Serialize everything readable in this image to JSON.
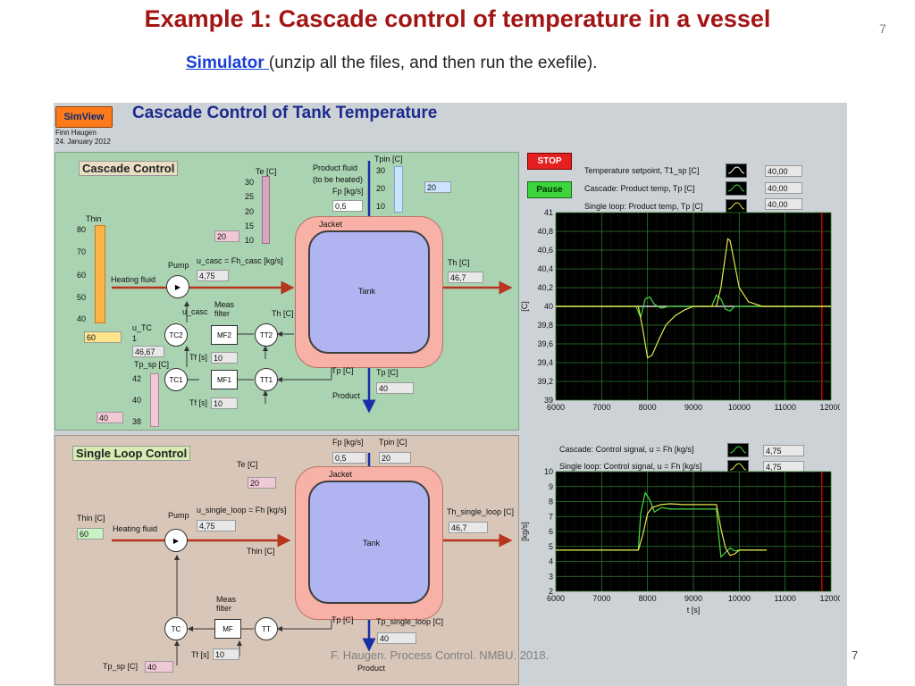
{
  "slide": {
    "title": "Example 1: Cascade control of temperature in a vessel",
    "page_number": "7",
    "simulator_link": "Simulator ",
    "simulator_note": "(unzip all the files, and then run the exefile).",
    "footer": "F. Haugen. Process Control. NMBU. 2018.",
    "page_number_bottom": "7"
  },
  "app": {
    "simview_button": "SimView",
    "title": "Cascade Control of Tank Temperature",
    "author": "Finn Haugen",
    "date": "24. January 2012",
    "stop_button": "STOP",
    "pause_button": "Pause",
    "cascade": {
      "panel_title": "Cascade Control",
      "te_label": "Te [C]",
      "te_ticks": [
        "30",
        "25",
        "20",
        "15",
        "10"
      ],
      "te_value": "20",
      "thin_label": "Thin",
      "thin_ticks": [
        "80",
        "70",
        "60",
        "50",
        "40"
      ],
      "thin_value": "60",
      "product_fluid": "Product fluid",
      "to_be_heated": "(to be heated)",
      "fp_label": "Fp [kg/s]",
      "fp_value": "0,5",
      "tpin_label": "Tpin [C]",
      "tpin_ticks": [
        "30",
        "20",
        "10"
      ],
      "tpin_value": "20",
      "jacket": "Jacket",
      "tank": "Tank",
      "pump": "Pump",
      "heating_fluid": "Heating fluid",
      "u_casc_eq": "u_casc = Fh_casc [kg/s]",
      "u_casc_value": "4,75",
      "u_casc": "u_casc",
      "meas_filter": "Meas\nfilter",
      "th_label": "Th [C]",
      "th_out_label": "Th [C]",
      "th_value": "46,7",
      "u_tc": "u_TC",
      "u_tc_num": "1",
      "u_tc_value": "46,67",
      "tp_sp": "Tp_sp [C]",
      "tp_sp_ticks": [
        "42",
        "40",
        "38"
      ],
      "tp_sp_value": "40",
      "tc2": "TC2",
      "mf2": "MF2",
      "tt2": "TT2",
      "tc1": "TC1",
      "mf1": "MF1",
      "tt1": "TT1",
      "tf_label": "Tf [s]",
      "tf2_value": "10",
      "tf1_value": "10",
      "tp_label": "Tp [C]",
      "tp_out_label": "Tp [C]",
      "tp_value": "40",
      "product": "Product"
    },
    "single": {
      "panel_title": "Single Loop Control",
      "te_label": "Te [C]",
      "te_value": "20",
      "fp_label": "Fp [kg/s]",
      "fp_value": "0,5",
      "tpin_label": "Tpin [C]",
      "tpin_value": "20",
      "jacket": "Jacket",
      "tank": "Tank",
      "pump": "Pump",
      "heating_fluid": "Heating fluid",
      "thin_label": "Thin [C]",
      "thin_value": "60",
      "u_eq": "u_single_loop = Fh [kg/s]",
      "u_value": "4,75",
      "thin_inner": "Thin [C]",
      "th_label": "Th_single_loop [C]",
      "th_value": "46,7",
      "meas_filter": "Meas\nfilter",
      "tc": "TC",
      "mf": "MF",
      "tt": "TT",
      "tf_label": "Tf [s]",
      "tf_value": "10",
      "tp_label": "Tp [C]",
      "tp_out_label": "Tp_single_loop [C]",
      "tp_value": "40",
      "tp_sp": "Tp_sp [C]",
      "tp_sp_value": "40",
      "product": "Product"
    },
    "legend_top": [
      {
        "label": "Temperature setpoint, T1_sp [C]",
        "value": "40,00"
      },
      {
        "label": "Cascade: Product temp, Tp [C]",
        "value": "40,00"
      },
      {
        "label": "Single loop: Product temp, Tp [C]",
        "value": "40,00"
      }
    ],
    "legend_bottom": [
      {
        "label": "Cascade: Control signal, u = Fh [kg/s]",
        "value": "4,75"
      },
      {
        "label": "Single loop: Control signal, u = Fh [kg/s]",
        "value": "4,75"
      }
    ]
  },
  "chart_data": [
    {
      "type": "line",
      "title": "",
      "xlabel": "",
      "ylabel": "[C]",
      "xlim": [
        6000,
        12000
      ],
      "ylim": [
        39,
        41
      ],
      "x_ticks": [
        "6000",
        "7000",
        "8000",
        "9000",
        "10000",
        "11000",
        "12000"
      ],
      "y_ticks": [
        "39",
        "39,2",
        "39,4",
        "39,6",
        "39,8",
        "40",
        "40,2",
        "40,4",
        "40,6",
        "40,8",
        "41"
      ],
      "grid": true,
      "colors": {
        "setpoint": "#ffffff",
        "cascade": "#44dd44",
        "single": "#e6e84a",
        "background": "#000000",
        "grid": "#2e7d2e",
        "marker": "#cc0000"
      },
      "series": [
        {
          "name": "Temperature setpoint, T1_sp [C]",
          "x": [
            6000,
            12000
          ],
          "y": [
            40,
            40
          ]
        },
        {
          "name": "Cascade: Product temp, Tp [C]",
          "x": [
            6000,
            7750,
            7850,
            7950,
            8050,
            8150,
            8300,
            8450,
            9400,
            9500,
            9600,
            9700,
            9800,
            9900,
            10000,
            12000
          ],
          "y": [
            40,
            40,
            39.88,
            40.08,
            40.1,
            40.02,
            39.98,
            40,
            40,
            40.12,
            40.08,
            39.97,
            39.95,
            40,
            40,
            40
          ]
        },
        {
          "name": "Single loop: Product temp, Tp [C]",
          "x": [
            6000,
            7800,
            7900,
            8000,
            8100,
            8250,
            8400,
            8600,
            8800,
            9000,
            9500,
            9600,
            9700,
            9750,
            9800,
            9900,
            10000,
            10200,
            10500,
            12000
          ],
          "y": [
            40,
            40,
            39.75,
            39.45,
            39.48,
            39.65,
            39.8,
            39.9,
            39.96,
            40,
            40,
            40.2,
            40.55,
            40.72,
            40.7,
            40.45,
            40.2,
            40.05,
            40,
            40
          ]
        }
      ],
      "marker_x": 11800
    },
    {
      "type": "line",
      "title": "",
      "xlabel": "t [s]",
      "ylabel": "[kg/s]",
      "xlim": [
        6000,
        12000
      ],
      "ylim": [
        2,
        10
      ],
      "x_ticks": [
        "6000",
        "7000",
        "8000",
        "9000",
        "10000",
        "11000",
        "12000"
      ],
      "y_ticks": [
        "2",
        "3",
        "4",
        "5",
        "6",
        "7",
        "8",
        "9",
        "10"
      ],
      "grid": true,
      "colors": {
        "cascade": "#44dd44",
        "single": "#e6e84a",
        "background": "#000000",
        "grid": "#2e7d2e",
        "marker": "#cc0000"
      },
      "series": [
        {
          "name": "Cascade: Control signal, u = Fh [kg/s]",
          "x": [
            6000,
            7800,
            7850,
            7950,
            8050,
            8150,
            8300,
            8500,
            9500,
            9550,
            9600,
            9700,
            9800,
            9900,
            10000,
            10600
          ],
          "y": [
            4.75,
            4.75,
            7.2,
            8.6,
            8.1,
            7.3,
            7.6,
            7.5,
            7.5,
            5.8,
            4.3,
            4.6,
            4.9,
            4.7,
            4.75,
            4.75
          ]
        },
        {
          "name": "Single loop: Control signal, u = Fh [kg/s]",
          "x": [
            6000,
            7800,
            7900,
            8000,
            8100,
            8300,
            8500,
            8800,
            9500,
            9600,
            9700,
            9800,
            9900,
            10000,
            10200,
            10600
          ],
          "y": [
            4.75,
            4.75,
            5.8,
            7.2,
            7.6,
            7.8,
            7.85,
            7.8,
            7.8,
            6.2,
            4.9,
            4.4,
            4.5,
            4.75,
            4.75,
            4.75
          ]
        }
      ],
      "marker_x": 11800
    }
  ]
}
